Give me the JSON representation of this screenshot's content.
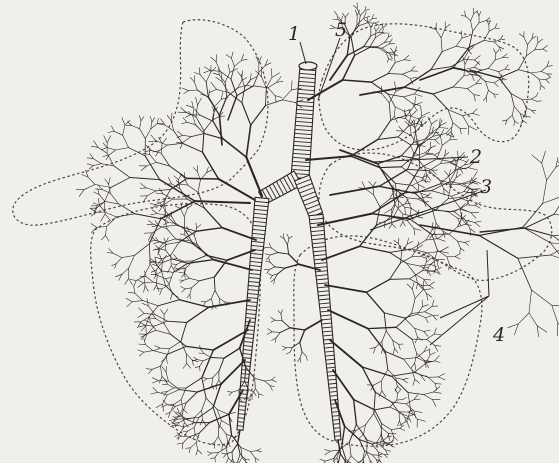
{
  "figure": {
    "labels": [
      {
        "id": "trachea",
        "text": "1"
      },
      {
        "id": "main-bronchus",
        "text": "2"
      },
      {
        "id": "lobar-bronchus",
        "text": "3"
      },
      {
        "id": "segmental-bronchi",
        "text": "4"
      },
      {
        "id": "upper-lobe-bronchus",
        "text": "5"
      }
    ],
    "colors": {
      "background": "#f1efe9",
      "ink": "#2b2824"
    }
  }
}
